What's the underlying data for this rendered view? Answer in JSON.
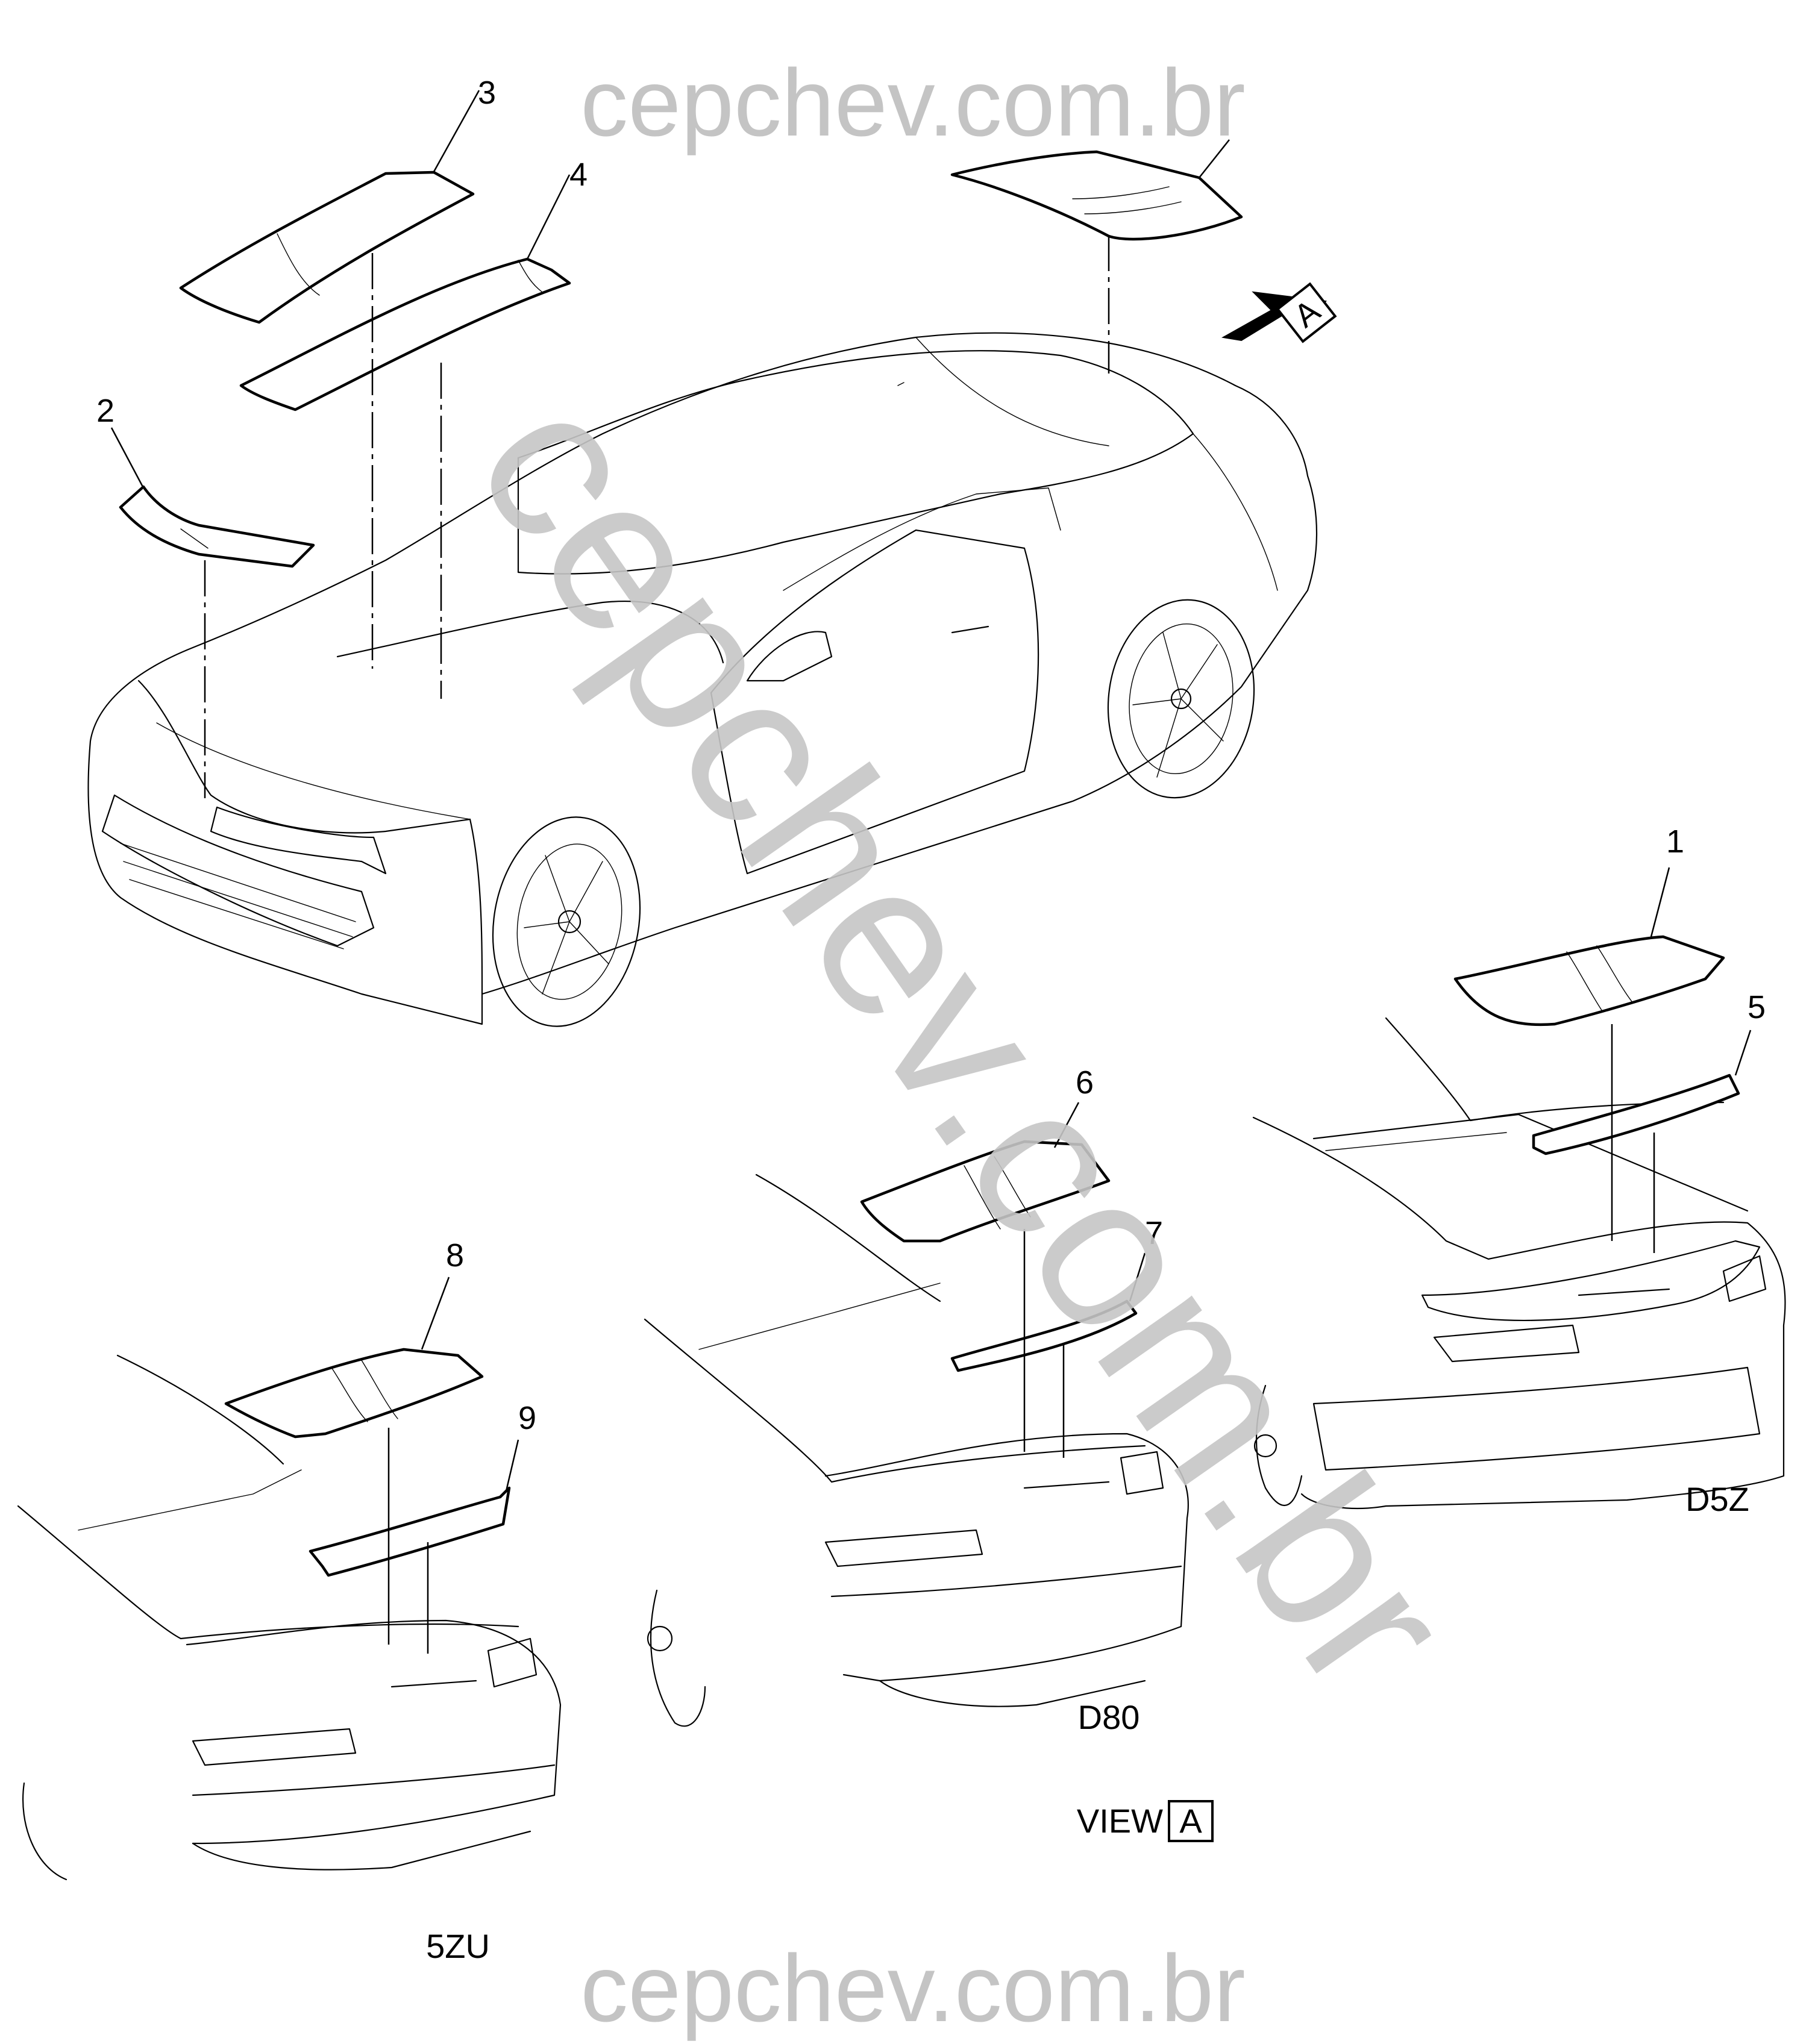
{
  "watermark": {
    "top_text": "cepchev.com.br",
    "bottom_text": "cepchev.com.br",
    "diagonal_text": "cepchev.com.br"
  },
  "callouts": {
    "c1": "1",
    "c2": "2",
    "c3": "3",
    "c4": "4",
    "c5": "5",
    "c6": "6",
    "c7": "7",
    "c8": "8",
    "c9": "9"
  },
  "view_marker": {
    "arrow_letter": "A",
    "caption_word": "VIEW",
    "caption_letter": "A"
  },
  "option_codes": {
    "d5z": "D5Z",
    "d80": "D80",
    "5zu": "5ZU"
  },
  "colors": {
    "line": "#000000",
    "watermark": "#c4c4c4",
    "background": "#ffffff"
  }
}
